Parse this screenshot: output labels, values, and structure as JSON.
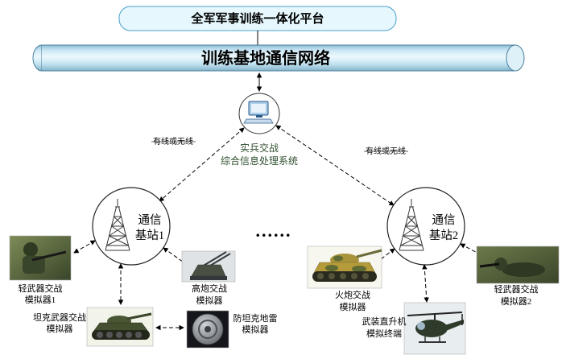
{
  "platform": {
    "title": "全军军事训练一体化平台"
  },
  "network": {
    "title": "训练基地通信网络"
  },
  "processor": {
    "line1": "实兵交战",
    "line2": "综合信息处理系统"
  },
  "links": {
    "left": "有线或无线",
    "right": "有线或无线"
  },
  "stations": {
    "s1": {
      "line1": "通信",
      "line2": "基站1"
    },
    "s2": {
      "line1": "通信",
      "line2": "基站2"
    }
  },
  "ellipsis": "......",
  "simulators": {
    "light1": {
      "line1": "轻武器交战",
      "line2": "模拟器1"
    },
    "tank": {
      "line1": "坦克武器交战",
      "line2": "模拟器"
    },
    "aagun": {
      "line1": "高炮交战",
      "line2": "模拟器"
    },
    "mine": {
      "line1": "防坦克地雷",
      "line2": "模拟器"
    },
    "artillery": {
      "line1": "火炮交战",
      "line2": "模拟器"
    },
    "helicopter": {
      "line1": "武装直升机",
      "line2": "模拟终端"
    },
    "light2": {
      "line1": "轻武器交战",
      "line2": "模拟器2"
    }
  },
  "colors": {
    "platform_fill": "#e6f7fd",
    "platform_border": "#49a2cc",
    "pipe_highlight": "#eef9fe",
    "pipe_mid": "#bfe1ef",
    "pipe_edge": "#86b2ca",
    "pipe_outline": "#4a7f9c",
    "processor_text": "#2f4f2f",
    "line": "#000000"
  }
}
